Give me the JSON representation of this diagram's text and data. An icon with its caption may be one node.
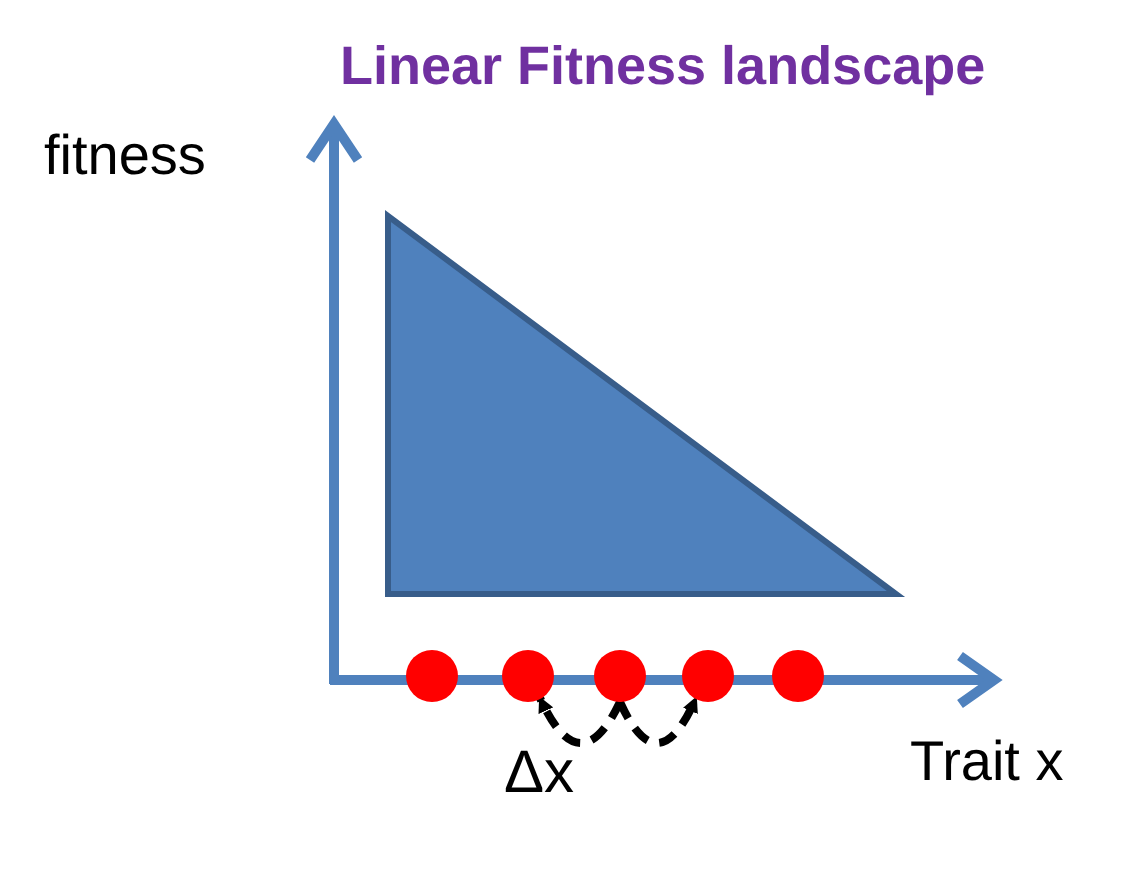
{
  "diagram": {
    "title": "Linear Fitness landscape",
    "nodes": [
      {
        "text": [],
        "shape": "triangle"
      },
      {
        "text": [],
        "shape": "circle"
      },
      {
        "text": [],
        "shape": "circle"
      },
      {
        "text": [],
        "shape": "circle"
      },
      {
        "text": [],
        "shape": "circle"
      },
      {
        "text": [],
        "shape": "circle"
      }
    ],
    "edges": [
      {
        "from": 3,
        "to": 2,
        "arrow": "to",
        "style": "dashed"
      },
      {
        "from": 3,
        "to": 4,
        "arrow": "to",
        "style": "dashed"
      }
    ],
    "labels": [
      "fitness",
      "Δx",
      "Trait x"
    ]
  }
}
